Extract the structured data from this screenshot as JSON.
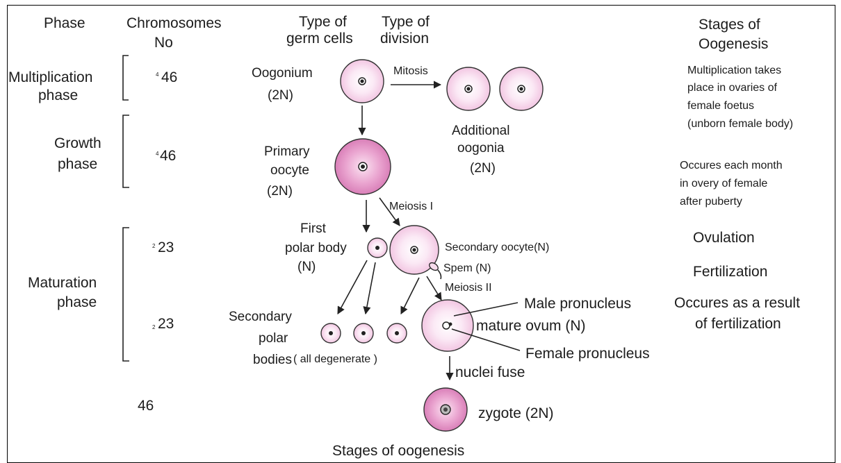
{
  "headers": {
    "phase": "Phase",
    "chromosomes": [
      "Chromosomes",
      "No"
    ],
    "germ_cells": [
      "Type of",
      "germ cells"
    ],
    "division": [
      "Type of",
      "division"
    ],
    "stages": [
      "Stages of",
      "Oogenesis"
    ]
  },
  "phases": {
    "multiplication": [
      "Multiplication",
      "phase"
    ],
    "growth": [
      "Growth",
      "phase"
    ],
    "maturation": [
      "Maturation",
      "phase"
    ]
  },
  "chromosomes": {
    "multiplication": {
      "prefix": "4",
      "value": "46"
    },
    "growth": {
      "prefix": "4",
      "value": "46"
    },
    "maturation_1": {
      "prefix": "2",
      "value": "23"
    },
    "maturation_2": {
      "prefix": "2",
      "value": "23"
    },
    "zygote": "46"
  },
  "cells": {
    "oogonium": [
      "Oogonium",
      "(2N)"
    ],
    "mitosis": "Mitosis",
    "additional_oogonia": [
      "Additional",
      "oogonia",
      "(2N)"
    ],
    "primary_oocyte": [
      "Primary",
      "oocyte",
      "(2N)"
    ],
    "meiosis_1": "Meiosis I",
    "first_polar_body": [
      "First",
      "polar body",
      "(N)"
    ],
    "secondary_oocyte": "Secondary oocyte(N)",
    "sperm": "Spem (N)",
    "meiosis_2": "Meiosis II",
    "male_pronucleus": "Male pronucleus",
    "mature_ovum": "mature ovum (N)",
    "female_pronucleus": "Female pronucleus",
    "secondary_polar_bodies": [
      "Secondary",
      "polar",
      "bodies"
    ],
    "all_degenerate": "( all degenerate )",
    "nuclei_fuse": "nuclei fuse",
    "zygote": "zygote (2N)"
  },
  "stages": {
    "multiplication": [
      "Multiplication takes",
      "place in ovaries of",
      "female foetus",
      "(unborn female body)"
    ],
    "growth": [
      "Occures each month",
      "in overy of female",
      "after puberty"
    ],
    "ovulation": "Ovulation",
    "fertilization": "Fertilization",
    "result": [
      "Occures as a result",
      "of fertilization"
    ]
  },
  "caption": "Stages of oogenesis",
  "colors": {
    "cell_fill": "#f6d3ea",
    "cell_fill_dark": "#e89cc9",
    "ink": "#1c1c1c"
  }
}
